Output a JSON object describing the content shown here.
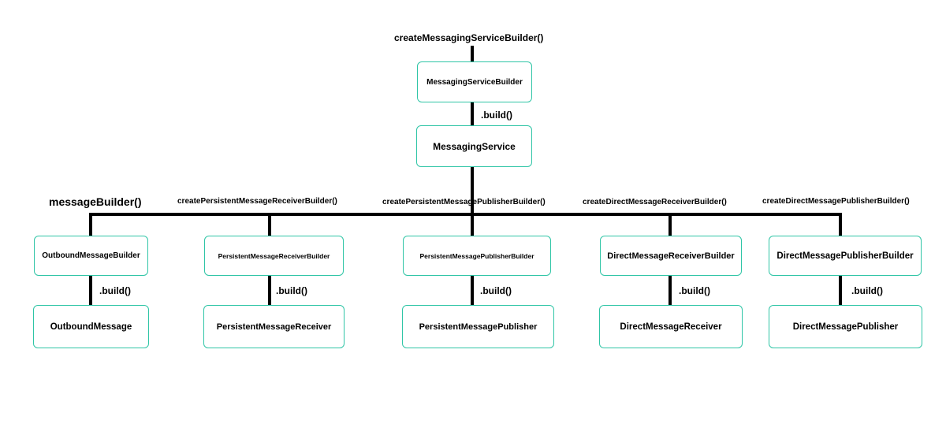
{
  "top": {
    "factory_method": "createMessagingServiceBuilder()",
    "builder": "MessagingServiceBuilder",
    "build_label": ".build()",
    "service": "MessagingService"
  },
  "branches": [
    {
      "method": "messageBuilder()",
      "builder": "OutboundMessageBuilder",
      "build_label": ".build()",
      "product": "OutboundMessage"
    },
    {
      "method": "createPersistentMessageReceiverBuilder()",
      "builder": "PersistentMessageReceiverBuilder",
      "build_label": ".build()",
      "product": "PersistentMessageReceiver"
    },
    {
      "method": "createPersistentMessagePublisherBuilder()",
      "builder": "PersistentMessagePublisherBuilder",
      "build_label": ".build()",
      "product": "PersistentMessagePublisher"
    },
    {
      "method": "createDirectMessageReceiverBuilder()",
      "builder": "DirectMessageReceiverBuilder",
      "build_label": ".build()",
      "product": "DirectMessageReceiver"
    },
    {
      "method": "createDirectMessagePublisherBuilder()",
      "builder": "DirectMessagePublisherBuilder",
      "build_label": ".build()",
      "product": "DirectMessagePublisher"
    }
  ],
  "colors": {
    "box_border": "#2fc5a6",
    "connector": "#000000"
  }
}
